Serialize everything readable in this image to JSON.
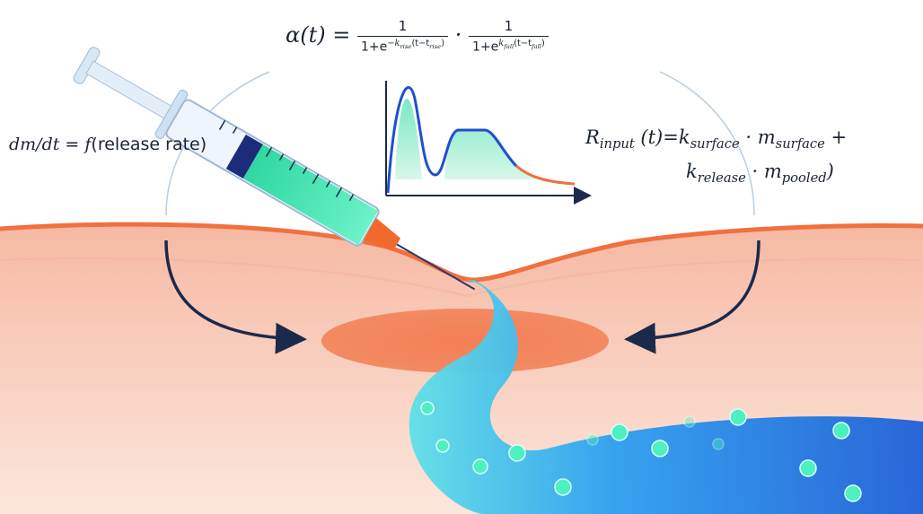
{
  "equations": {
    "alpha": {
      "lhs": "α(t) =",
      "num1": "1",
      "den1_base": "1+e",
      "den1_exp": "−k",
      "den1_sub": "rise",
      "den1_tail": "(t−t",
      "den1_tail_sub": "rise",
      "den1_close": ")",
      "dot": "·",
      "num2": "1",
      "den2_base": "1+e",
      "den2_exp": "k",
      "den2_sub": "fall",
      "den2_tail": "(t−t",
      "den2_tail_sub": "fall",
      "den2_close": ")"
    },
    "release": {
      "lhs": "dm/dt = f",
      "rhs": "(release rate)"
    },
    "rinput": {
      "r": "R",
      "r_sub": "input",
      "line1a": "(t)=k",
      "k1_sub": "surface",
      "mid1": " · m",
      "m1_sub": "surface",
      "plus": " +",
      "line2a": "k",
      "k2_sub": "release",
      "mid2": " · m",
      "m2_sub": "pooled",
      "close": ")"
    }
  },
  "colors": {
    "skin_top": "#f7c3b0",
    "skin_bottom": "#fbe3d8",
    "skin_edge": "#f07040",
    "depot": "#f47a4e",
    "vessel": "#2aa8ef",
    "drug": "#44e6b0",
    "ink": "#1b2a4a"
  }
}
